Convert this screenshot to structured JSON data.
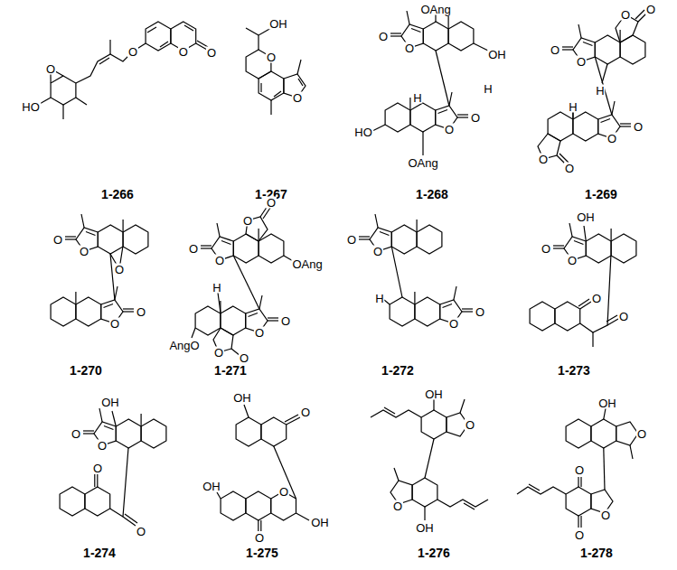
{
  "diagram": {
    "labels": [
      "1-266",
      "O",
      "O",
      "O",
      "O",
      "HO",
      "1-267",
      "OH",
      "O",
      "O",
      "1-268",
      "OAng",
      "O",
      "O",
      "OH",
      "H",
      "H",
      "HO",
      "OAng",
      "O",
      "O",
      "1-269",
      "O",
      "O",
      "O",
      "O",
      "H",
      "H",
      "O",
      "O",
      "O",
      "O",
      "1-270",
      "O",
      "O",
      "O",
      "O",
      "O",
      "1-271",
      "O",
      "O",
      "OAng",
      "O",
      "O",
      "H",
      "AngO",
      "O",
      "O",
      "O",
      "O",
      "1-272",
      "O",
      "O",
      "H",
      "O",
      "O",
      "1-273",
      "OH",
      "O",
      "O",
      "O",
      "O",
      "1-274",
      "OH",
      "O",
      "O",
      "O",
      "O",
      "1-275",
      "OH",
      "O",
      "OH",
      "O",
      "O",
      "OH",
      "1-276",
      "OH",
      "O",
      "O",
      "OH",
      "1-278",
      "OH",
      "O",
      "O",
      "O",
      "O"
    ]
  }
}
